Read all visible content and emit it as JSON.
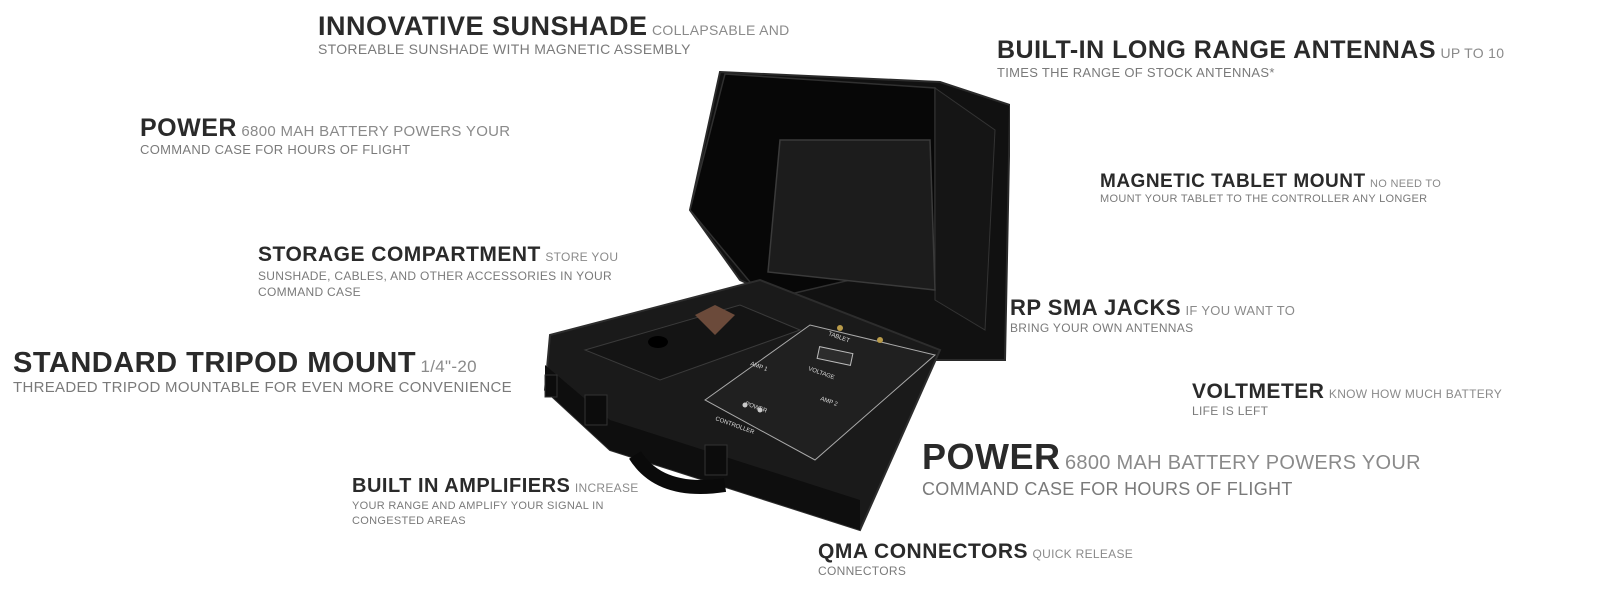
{
  "features": {
    "sunshade": {
      "title": "INNOVATIVE SUNSHADE",
      "inline": "COLLAPSABLE AND",
      "body": "STOREABLE SUNSHADE WITH MAGNETIC ASSEMBLY"
    },
    "antennas": {
      "title": "BUILT-IN LONG RANGE ANTENNAS",
      "inline": "UP TO 10",
      "body": "TIMES THE RANGE OF STOCK ANTENNAS*"
    },
    "power_top": {
      "title": "POWER",
      "inline": "6800 mAh BATTERY POWERS YOUR",
      "body": "COMMAND CASE FOR HOURS OF FLIGHT"
    },
    "magnetic_mount": {
      "title": "MAGNETIC TABLET MOUNT",
      "inline": "NO NEED TO",
      "body": "MOUNT YOUR TABLET TO THE CONTROLLER ANY LONGER"
    },
    "storage": {
      "title": "STORAGE COMPARTMENT",
      "inline": "STORE YOU",
      "body": "SUNSHADE, CABLES, AND OTHER ACCESSORIES IN YOUR COMMAND CASE"
    },
    "rp_sma": {
      "title": "RP SMA JACKS",
      "inline": "IF YOU WANT TO",
      "body": "BRING YOUR OWN ANTENNAS"
    },
    "tripod": {
      "title": "STANDARD TRIPOD MOUNT",
      "inline": "1/4\"-20",
      "body": "THREADED TRIPOD MOUNTABLE FOR EVEN MORE CONVENIENCE"
    },
    "voltmeter": {
      "title": "VOLTMETER",
      "inline": "KNOW HOW MUCH BATTERY",
      "body": "LIFE IS LEFT"
    },
    "power_bottom": {
      "title": "POWER",
      "inline": "6800 mAh BATTERY POWERS YOUR",
      "body": "COMMAND CASE FOR HOURS OF FLIGHT"
    },
    "amplifiers": {
      "title": "BUILT IN AMPLIFIERS",
      "inline": "INCREASE",
      "body": "YOUR RANGE AND AMPLIFY YOUR SIGNAL IN CONGESTED AREAS"
    },
    "qma": {
      "title": "QMA CONNECTORS",
      "inline": "QUICK RELEASE",
      "body": "CONNECTORS"
    }
  },
  "panel_labels": {
    "tablet": "TABLET",
    "voltage": "VOLTAGE",
    "amp1": "AMP 1",
    "amp2": "AMP 2",
    "power": "POWER",
    "controller": "CONTROLLER"
  },
  "colors": {
    "title": "#2a2a2a",
    "body": "#7a7a7a",
    "case": "#1b1b1b",
    "lid": "#0d0d0d"
  }
}
